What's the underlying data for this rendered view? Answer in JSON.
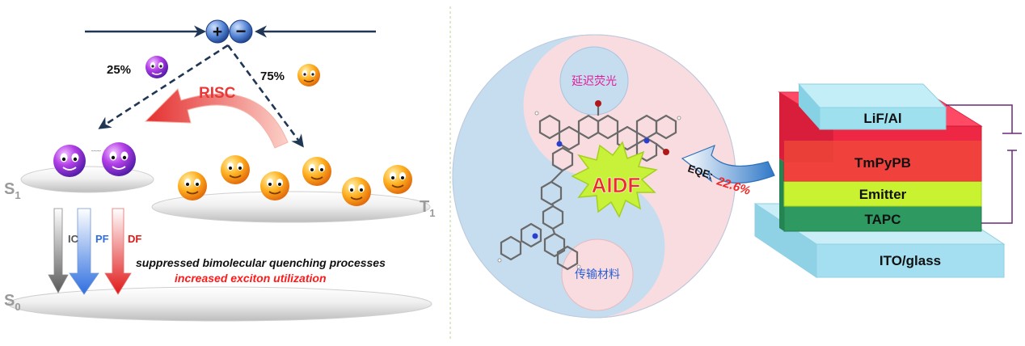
{
  "left_panel": {
    "charge_plus": "+",
    "charge_minus": "−",
    "singlet_ratio": "25%",
    "triplet_ratio": "75%",
    "risc": "RISC",
    "s1": "S",
    "s1_sub": "1",
    "t1": "T",
    "t1_sub": "1",
    "s0": "S",
    "s0_sub": "0",
    "ic": "IC",
    "pf": "PF",
    "df": "DF",
    "caption_black": "suppressed bimolecular  quenching processes",
    "caption_red": "increased exciton utilization",
    "colors": {
      "singlet": "#8a2be2",
      "triplet": "#f5a31a",
      "risc_arrow": "#e84a4a",
      "caption_red": "#ff1a1a",
      "dash_arrow": "#1f3654"
    }
  },
  "right_panel": {
    "top_circle": "延迟荧光",
    "bottom_circle": "传输材料",
    "center_burst": "AIDF",
    "eqe_label": "EQE:",
    "eqe_value": "22.6%",
    "colors": {
      "yin_blue": "#c6dcef",
      "yang_pink": "#f9dcdf",
      "burst": "#c8f23a",
      "aidf_text": "#ee2a2a"
    }
  },
  "device_stack": {
    "layers": [
      "LiF/Al",
      "TmPyPB",
      "Emitter",
      "TAPC",
      "ITO/glass"
    ],
    "colors": [
      "#9ee0ee",
      "#ee2844",
      "#c9f230",
      "#2e9a62",
      "#a3dff0"
    ]
  }
}
